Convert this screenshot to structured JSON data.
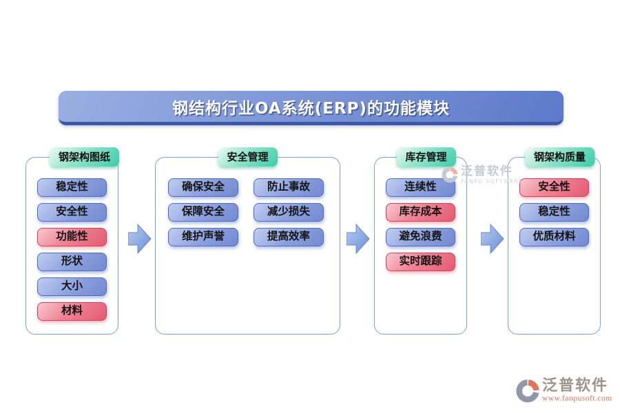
{
  "title": "钢结构行业OA系统(ERP)的功能模块",
  "columns": [
    {
      "header": "钢架构图纸",
      "items": [
        {
          "label": "稳定性",
          "color": "blue"
        },
        {
          "label": "安全性",
          "color": "blue"
        },
        {
          "label": "功能性",
          "color": "red"
        },
        {
          "label": "形状",
          "color": "blue"
        },
        {
          "label": "大小",
          "color": "blue"
        },
        {
          "label": "材料",
          "color": "red"
        }
      ]
    },
    {
      "header": "安全管理",
      "items": [
        {
          "label": "确保安全",
          "color": "blue"
        },
        {
          "label": "防止事故",
          "color": "blue"
        },
        {
          "label": "保障安全",
          "color": "blue"
        },
        {
          "label": "减少损失",
          "color": "blue"
        },
        {
          "label": "维护声誉",
          "color": "blue"
        },
        {
          "label": "提高效率",
          "color": "blue"
        }
      ]
    },
    {
      "header": "库存管理",
      "items": [
        {
          "label": "连续性",
          "color": "blue"
        },
        {
          "label": "库存成本",
          "color": "red"
        },
        {
          "label": "避免浪费",
          "color": "blue"
        },
        {
          "label": "实时跟踪",
          "color": "red"
        }
      ]
    },
    {
      "header": "钢架构质量",
      "items": [
        {
          "label": "安全性",
          "color": "red"
        },
        {
          "label": "稳定性",
          "color": "blue"
        },
        {
          "label": "优质材料",
          "color": "blue"
        }
      ]
    }
  ],
  "watermark": {
    "brand": "泛普软件",
    "sub": "FANPU SOFTWARE"
  },
  "logo": {
    "brand": "泛普软件",
    "url": "www.fanpusoft.com"
  },
  "colors": {
    "banner_blue": "#6e89d2",
    "banner_border": "#3a58a6",
    "panel_border": "#7f9ed6",
    "header_teal": "#3ecbab",
    "item_blue": "#7389d1",
    "item_blue_border": "#4d6bc4",
    "item_red": "#e45b72",
    "item_red_border": "#d63d58",
    "arrow_blue": "#6e92d9",
    "logo_coral": "#e0745a",
    "logo_gray": "#8f97a9"
  }
}
